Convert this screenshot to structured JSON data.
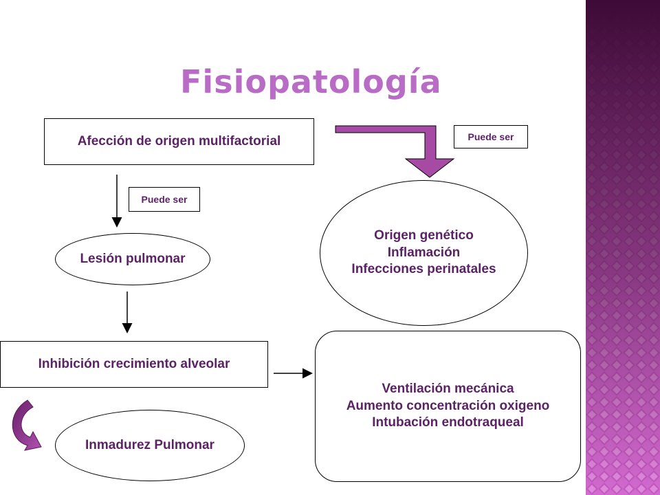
{
  "slide": {
    "title": "Fisiopatología",
    "nodes": {
      "afeccion": "Afección de origen multifactorial",
      "puede_ser_top": "Puede ser",
      "puede_ser_left": "Puede ser",
      "lesion": "Lesión pulmonar",
      "origen": [
        "Origen genético",
        "Inflamación",
        "Infecciones perinatales"
      ],
      "inhibicion": "Inhibición crecimiento alveolar",
      "ventilacion": [
        "Ventilación mecánica",
        "Aumento concentración oxigeno",
        "Intubación endotraqueal"
      ],
      "inmadurez": "Inmadurez Pulmonar"
    }
  },
  "colors": {
    "title": "#b86cc6",
    "text": "#5b2366",
    "arrow_fill": "#a64aa3",
    "sidebar_dark": "#4a0f40",
    "sidebar_light": "#d36ad0"
  }
}
